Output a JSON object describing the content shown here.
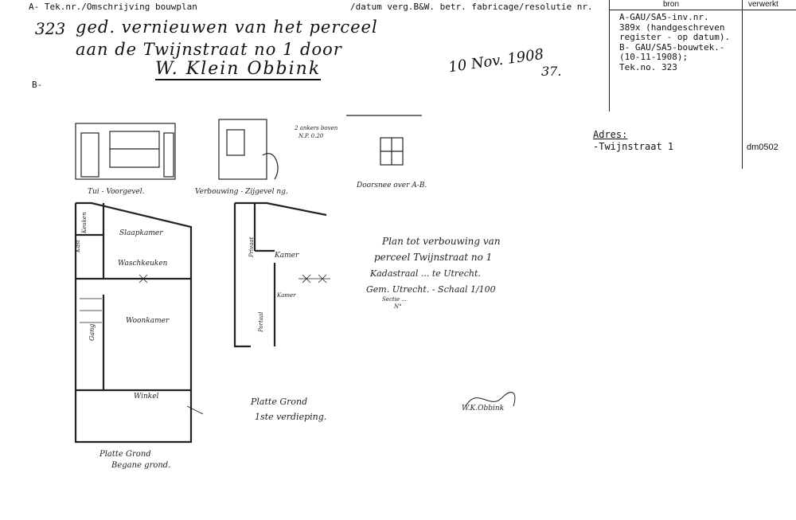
{
  "header": {
    "left_label": "A- Tek.nr./Omschrijving bouwplan",
    "mid_label": "/datum verg.B&W. betr. fabricage/resolutie nr.",
    "col_bron": "bron",
    "col_verwerkt": "verwerkt"
  },
  "handwritten": {
    "number": "323",
    "line1": "ged. vernieuwen van het perceel",
    "line2": "aan de Twijnstraat no 1 door",
    "line3": "W. Klein Obbink",
    "date": "10 Nov. 1908",
    "suffix": "37."
  },
  "section_b_label": "B-",
  "bron": {
    "lines": [
      "A-GAU/SA5-inv.nr.",
      "389x (handgeschreven",
      "register - op datum).",
      "B- GAU/SA5-bouwtek.-",
      "(10-11-1908);",
      "Tek.no. 323"
    ]
  },
  "adres": {
    "label": "Adres:",
    "value": "-Twijnstraat 1",
    "code": "dm0502"
  },
  "drawing": {
    "caption_voorgevel": "Tui - Voorgevel.",
    "caption_zijgevel": "Verbouwing - Zijgevel ng.",
    "caption_doorsnede": "Doorsnee over A-B.",
    "note_ankers": "2 ankers boven",
    "note_ankers2": "N.P. 0.20",
    "room_keuken": "Keuken",
    "room_kast": "Kast",
    "room_slaapkamer": "Slaapkamer",
    "room_waschkeuken": "Waschkeuken",
    "room_woonkamer": "Woonkamer",
    "room_gang": "Gang",
    "room_winkel": "Winkel",
    "room_kamer": "Kamer",
    "room_kamer2": "Kamer",
    "room_portaal": "Portaal",
    "room_privaat": "Privaat",
    "label_plattegrond_beg": "Platte Grond",
    "label_plattegrond_beg2": "Begane grond.",
    "label_plattegrond_ver": "Platte Grond",
    "label_plattegrond_ver2": "1ste verdieping.",
    "title1": "Plan tot verbouwing van",
    "title2": "perceel Twijnstraat no 1",
    "title3": "Kadastraal ... te Utrecht.",
    "title4": "Gem. Utrecht. - Schaal 1/100",
    "title5": "Sectie ...",
    "title6": "N°",
    "signature": "W.K.Obbink"
  }
}
